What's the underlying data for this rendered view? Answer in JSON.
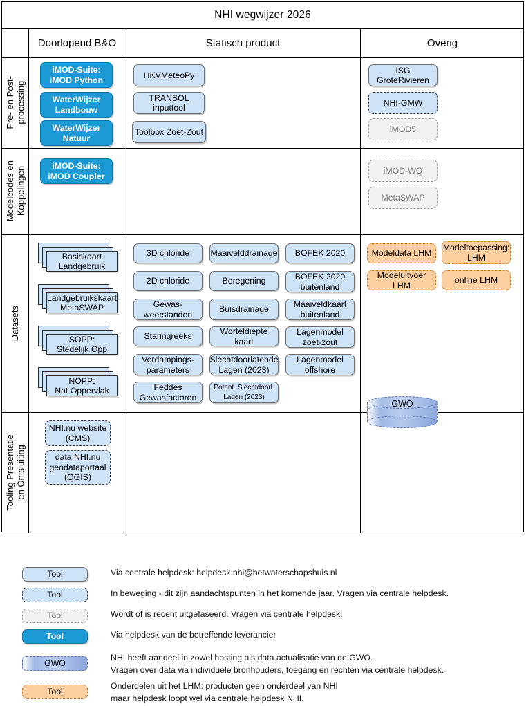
{
  "title": "NHI wegwijzer 2026",
  "columns": [
    {
      "label": "Doorlopend B&O"
    },
    {
      "label": "Statisch product"
    },
    {
      "label": "Overig"
    }
  ],
  "rows": [
    {
      "label": "Pre- en Post-\nprocessing",
      "doorlopend": [
        {
          "text": "iMOD-Suite:\niMOD Python",
          "style": "blue"
        },
        {
          "text": "WaterWijzer\nLandbouw",
          "style": "blue"
        },
        {
          "text": "WaterWijzer\nNatuur",
          "style": "blue"
        }
      ],
      "statisch": [
        {
          "text": "HKVMeteoPy",
          "style": "light"
        },
        {
          "text": "TRANSOL\ninputtool",
          "style": "light"
        },
        {
          "text": "Toolbox Zoet-Zout",
          "style": "light"
        }
      ],
      "overig": [
        {
          "text": "ISG\nGroteRivieren",
          "style": "light"
        },
        {
          "text": "NHI-GMW",
          "style": "dashed"
        },
        {
          "text": "iMOD5",
          "style": "grey"
        }
      ]
    },
    {
      "label": "Modelcodes en\nKoppelingen",
      "doorlopend": [
        {
          "text": "iMOD-Suite:\niMOD Coupler",
          "style": "blue"
        }
      ],
      "statisch": [],
      "overig": [
        {
          "text": "iMOD-WQ",
          "style": "grey"
        },
        {
          "text": "MetaSWAP",
          "style": "grey"
        }
      ]
    },
    {
      "label": "Datasets",
      "doorlopend": [
        {
          "text": "Basiskaart\nLandgebruik",
          "style": "stack"
        },
        {
          "text": "Landgebruikskaart\nMetaSWAP",
          "style": "stack"
        },
        {
          "text": "SOPP:\nStedelijk Opp",
          "style": "stack"
        },
        {
          "text": "NOPP:\nNat Oppervlak",
          "style": "stack"
        }
      ],
      "statisch": [
        {
          "text": "3D chloride",
          "style": "light"
        },
        {
          "text": "2D chloride",
          "style": "light"
        },
        {
          "text": "Gewas-\nweerstanden",
          "style": "light"
        },
        {
          "text": "Staringreeks",
          "style": "light"
        },
        {
          "text": "Verdampings-\nparameters",
          "style": "light"
        },
        {
          "text": "Feddes\nGewasfactoren",
          "style": "light"
        },
        {
          "text": "Maaivelddrainage",
          "style": "light"
        },
        {
          "text": "Beregening",
          "style": "light"
        },
        {
          "text": "Buisdrainage",
          "style": "light"
        },
        {
          "text": "Worteldiepte kaart",
          "style": "light"
        },
        {
          "text": "Slechtdoorlatende\nLagen (2023)",
          "style": "light"
        },
        {
          "text": "Potent. Slechtdoorl.\nLagen (2023)",
          "style": "light-small"
        },
        {
          "text": "BOFEK 2020",
          "style": "light"
        },
        {
          "text": "BOFEK 2020\nbuitenland",
          "style": "light"
        },
        {
          "text": "Maaiveldkaart\nbuitenland",
          "style": "light"
        },
        {
          "text": "Lagenmodel\nzoet-zout",
          "style": "light"
        },
        {
          "text": "Lagenmodel\noffshore",
          "style": "light"
        }
      ],
      "overig": [
        {
          "text": "Modeldata LHM",
          "style": "orange"
        },
        {
          "text": "Modeluitvoer LHM",
          "style": "orange"
        },
        {
          "text": "Modeltoepassing:\nLHM",
          "style": "orange"
        },
        {
          "text": "online LHM",
          "style": "orange"
        },
        {
          "text": "GWO",
          "style": "cylinder"
        }
      ]
    },
    {
      "label": "Tooling Presentatie\nen Ontsluiting",
      "doorlopend": [
        {
          "text": "NHI.nu website\n(CMS)",
          "style": "dashed"
        },
        {
          "text": "data.NHI.nu\ngeodataportaal\n(QGIS)",
          "style": "dashed"
        }
      ],
      "statisch": [],
      "overig": []
    }
  ],
  "legend": [
    {
      "key_label": "Tool",
      "style": "light",
      "text": "Via centrale helpdesk: helpdesk.nhi@hetwaterschapshuis.nl"
    },
    {
      "key_label": "Tool",
      "style": "dashed",
      "text": "In beweging - dit zijn aandachtspunten in het komende jaar. Vragen via centrale helpdesk."
    },
    {
      "key_label": "Tool",
      "style": "grey",
      "text": "Wordt of is recent uitgefaseerd. Vragen via centrale helpdesk."
    },
    {
      "key_label": "Tool",
      "style": "blue",
      "text": "Via helpdesk van de betreffende leverancier"
    },
    {
      "key_label": "GWO",
      "style": "cylinder",
      "text": "NHI heeft aandeel in zowel hosting als data actualisatie van de GWO.\nVragen over data via individuele bronhouders, toegang en rechten via centrale helpdesk."
    },
    {
      "key_label": "Tool",
      "style": "orange",
      "text": "Onderdelen uit het LHM: producten geen onderdeel van NHI\nmaar helpdesk loopt wel via centrale helpdesk NHI."
    }
  ],
  "colors": {
    "light_fill": "#cfe3f7",
    "blue_fill": "#1c9ad6",
    "orange_fill": "#fbcfa0",
    "grey_fill": "#f2f2f2",
    "cylinder_fill": "#9fb8e4"
  }
}
